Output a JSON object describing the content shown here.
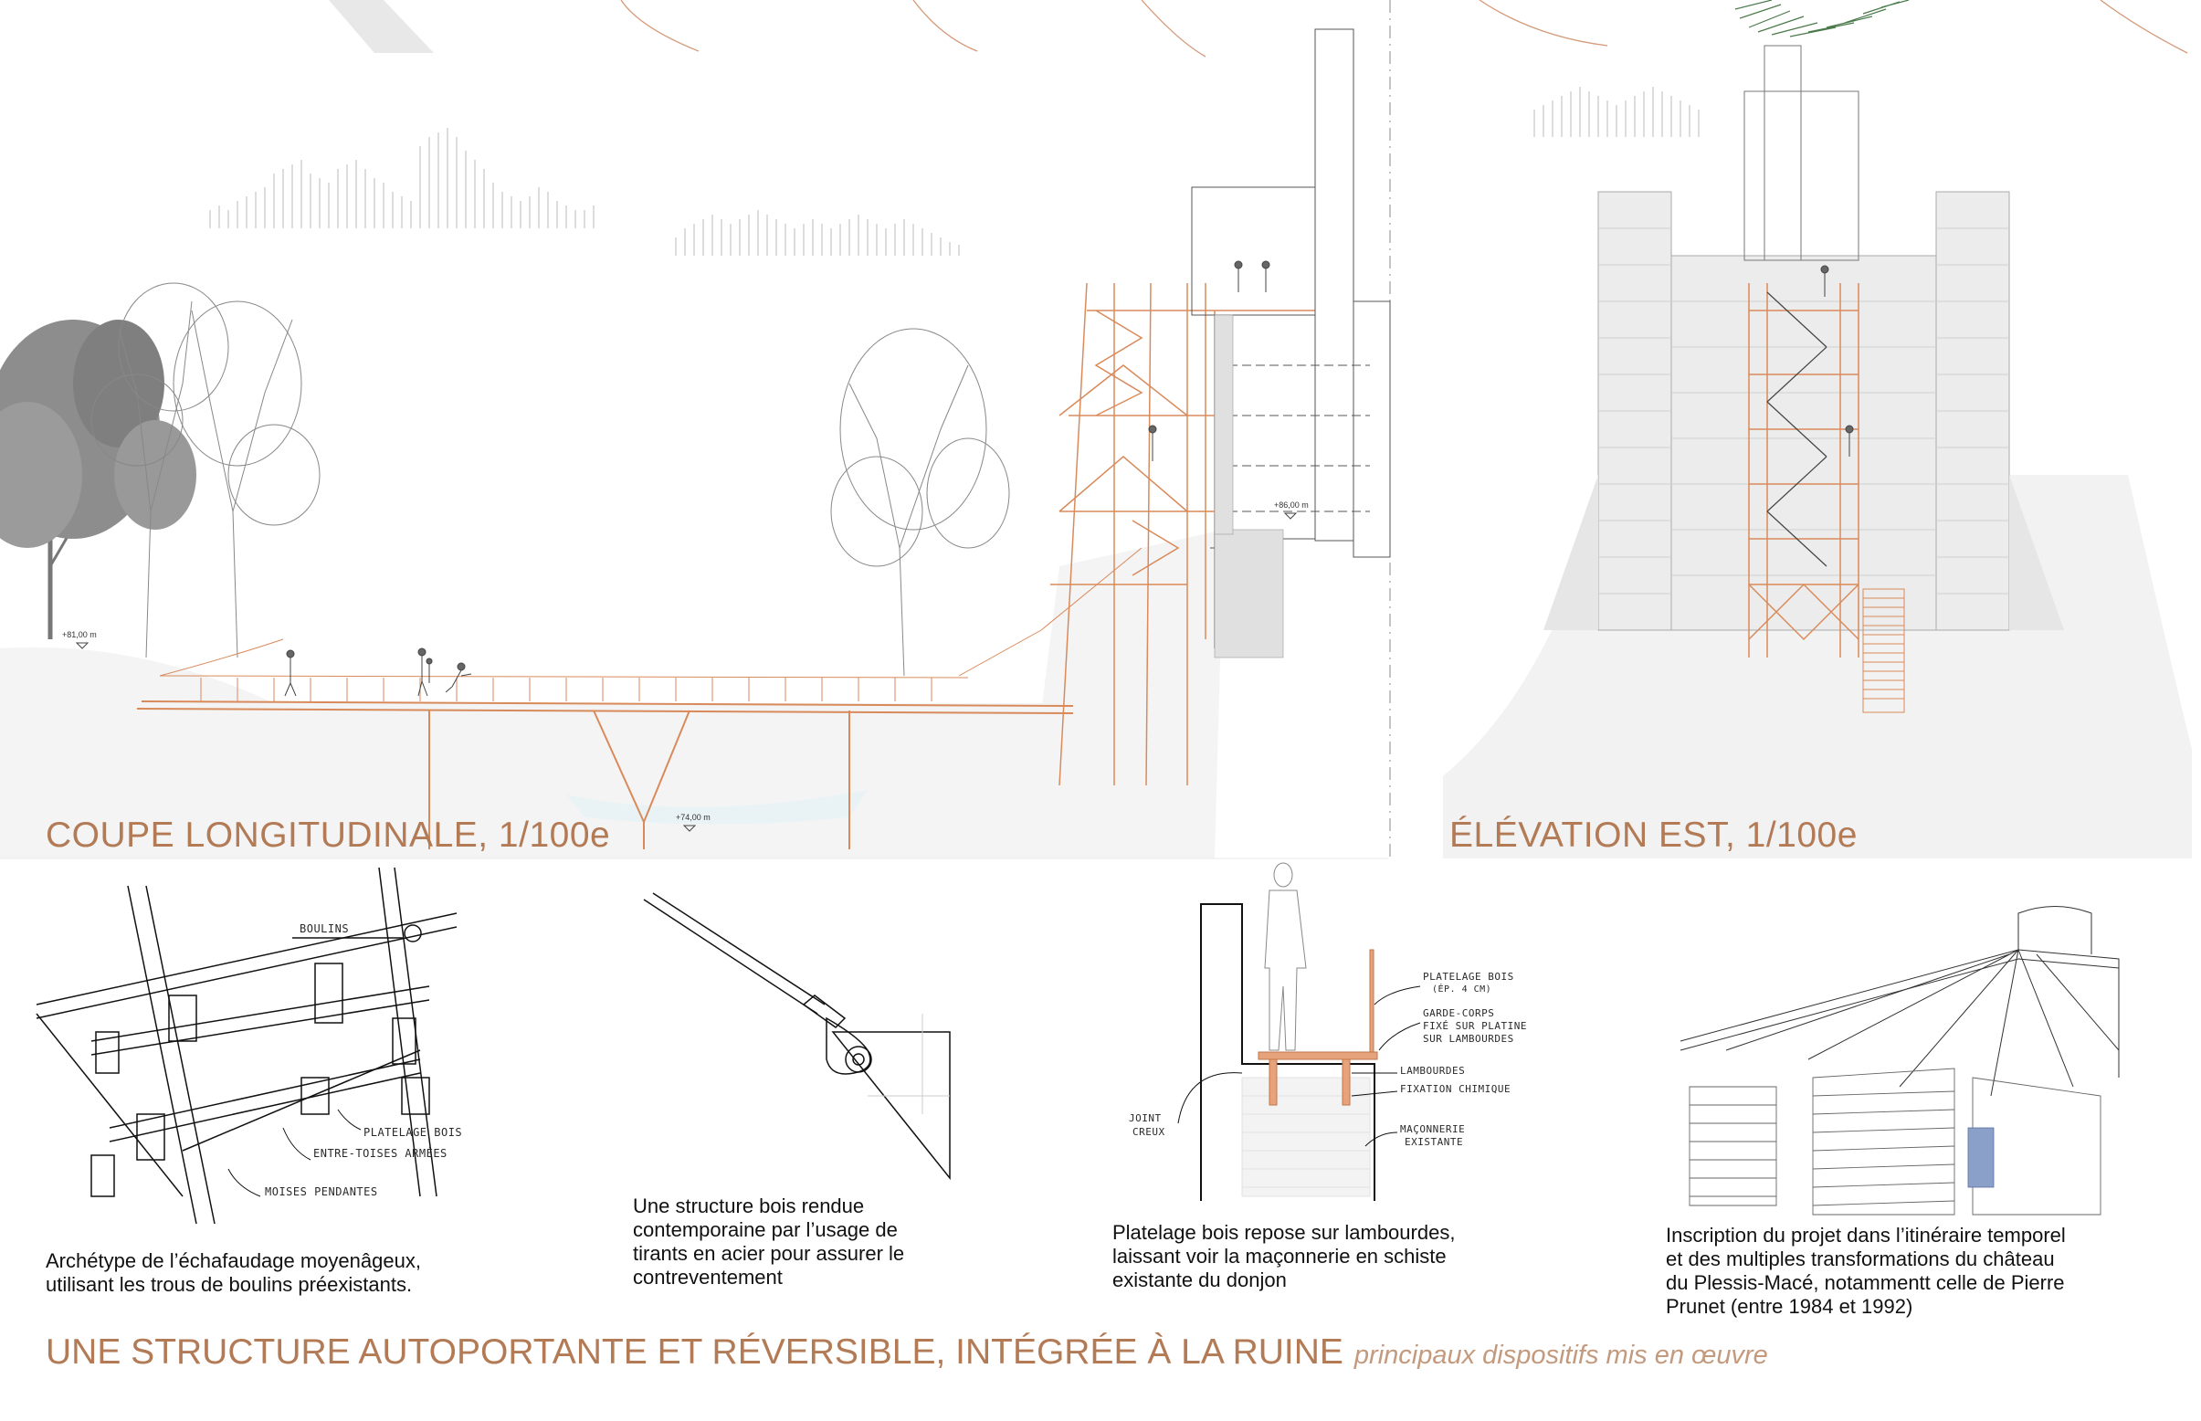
{
  "sections": {
    "longitudinal_title": "COUPE LONGITUDINALE, 1/100e",
    "elevation_title": "ÉLÉVATION EST, 1/100e"
  },
  "levels": {
    "left_bank": "+81,00 m",
    "water": "+74,00 m",
    "tower_floor": "+86,00 m"
  },
  "details": {
    "detail1": {
      "labels": [
        "BOULINS",
        "PLATELAGE BOIS",
        "ENTRE-TOISES ARMÉES",
        "MOISES PENDANTES"
      ],
      "caption": [
        "Archétype de l’échafaudage moyenâgeux,",
        "utilisant les trous de boulins préexistants."
      ]
    },
    "detail2": {
      "caption": [
        "Une structure bois rendue",
        "contemporaine par l’usage de",
        "tirants en acier pour assurer le",
        "contreventement"
      ]
    },
    "detail3": {
      "labels": [
        "PLATELAGE BOIS",
        "(ÉP. 4 cm)",
        "GARDE-CORPS",
        "FIXÉ SUR PLATINE",
        "SUR LAMBOURDES",
        "LAMBOURDES",
        "FIXATION CHIMIQUE",
        "MAÇONNERIE",
        "EXISTANTE",
        "JOINT",
        "CREUX"
      ],
      "caption": [
        "Platelage bois repose sur lambourdes,",
        "laissant voir la maçonnerie en schiste",
        "existante du donjon"
      ]
    },
    "detail4": {
      "caption": [
        "Inscription du projet dans l’itinéraire temporel",
        "et des multiples transformations du château",
        "du Plessis-Macé, notammentt celle de Pierre",
        "Prunet (entre 1984 et 1992)"
      ]
    }
  },
  "footer": {
    "title": "UNE STRUCTURE AUTOPORTANTE ET RÉVERSIBLE, INTÉGRÉE À LA RUINE",
    "subtitle": "principaux dispositifs mis en œuvre"
  },
  "colors": {
    "accent": "#b27a55",
    "timber": "#d98a5b",
    "line": "#333333",
    "tree_grey": "#8a8a8a",
    "foliage_green": "#4a7a4a"
  }
}
